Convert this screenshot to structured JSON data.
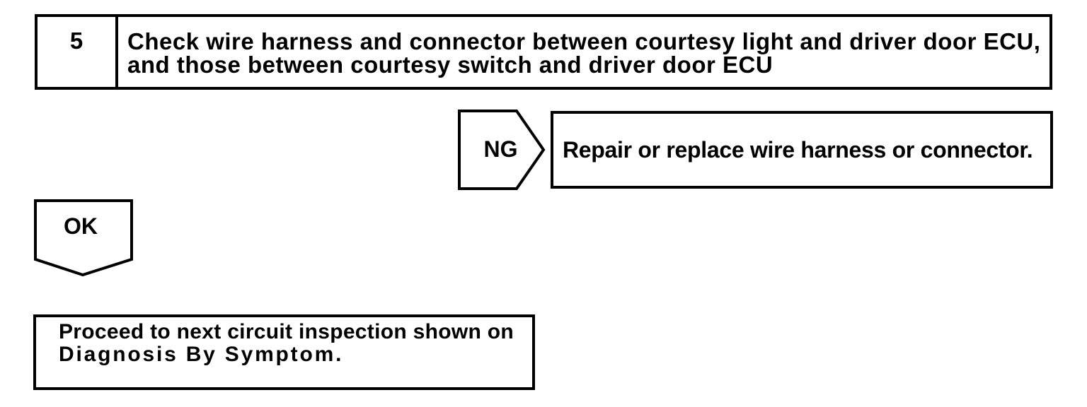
{
  "page": {
    "paper_color": "#ffffff",
    "ink_color": "#000000"
  },
  "flowchart": {
    "step": {
      "number": "5",
      "instruction_line1": "Check wire harness and connector between courtesy light and driver door ECU,",
      "instruction_line2": "and those between courtesy switch and driver door ECU"
    },
    "ng_branch": {
      "label": "NG",
      "action": "Repair or replace wire harness or connector."
    },
    "ok_branch": {
      "label": "OK",
      "action_line1": "Proceed to next circuit inspection shown on",
      "action_line2": "Diagnosis By Symptom."
    }
  }
}
